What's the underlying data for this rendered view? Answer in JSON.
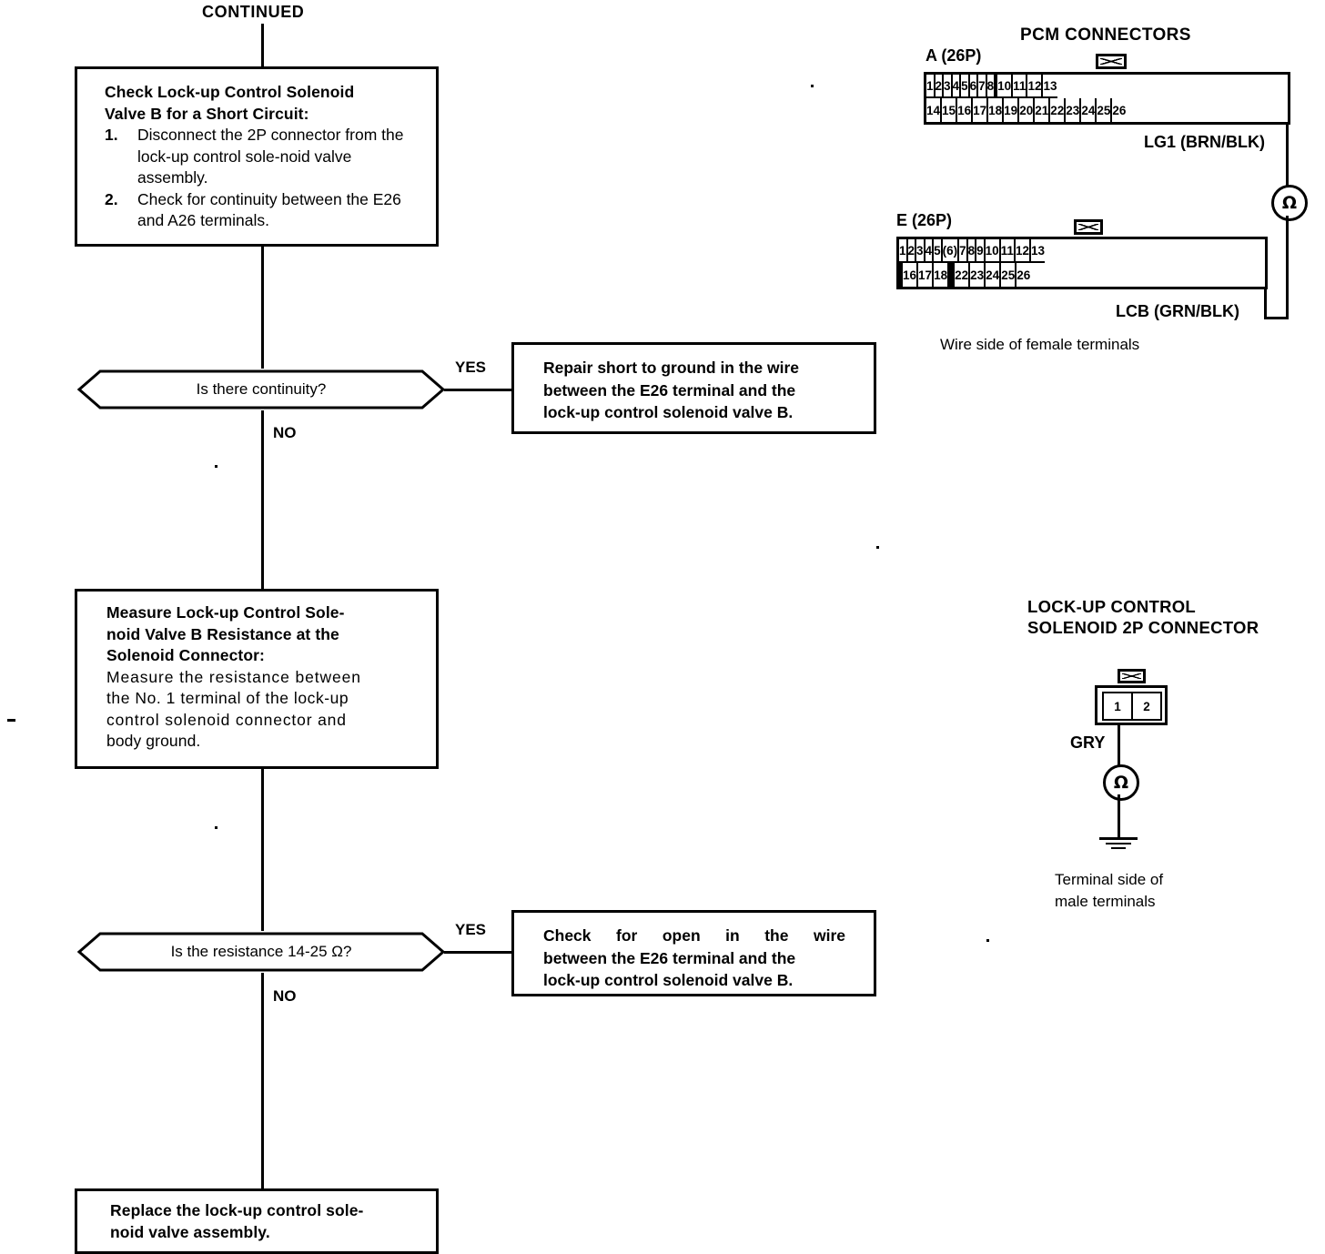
{
  "page": {
    "top_label": "CONTINUED"
  },
  "flow": {
    "step1": {
      "heading_line1": "Check Lock-up Control Solenoid",
      "heading_line2": "Valve B for a Short Circuit:",
      "items": [
        {
          "num": "1.",
          "text": "Disconnect the 2P connector from the lock-up control sole-noid valve assembly."
        },
        {
          "num": "2.",
          "text": "Check for continuity between the E26 and A26 terminals."
        }
      ]
    },
    "decision1": {
      "question": "Is there continuity?",
      "yes_label": "YES",
      "no_label": "NO"
    },
    "result1": {
      "line1": "Repair short to ground in the wire",
      "line2": "between the E26 terminal and the",
      "line3": "lock-up control solenoid valve B."
    },
    "step2": {
      "heading_line1": "Measure Lock-up Control Sole-",
      "heading_line2": "noid Valve B Resistance at the",
      "heading_line3": "Solenoid Connector:",
      "body_line1": "Measure the resistance between",
      "body_line2": "the No. 1 terminal of the lock-up",
      "body_line3": "control solenoid connector and",
      "body_line4": "body ground."
    },
    "decision2": {
      "question": "Is the resistance 14-25 Ω?",
      "yes_label": "YES",
      "no_label": "NO"
    },
    "result2": {
      "line1": "Check for open in the wire",
      "line2": "between the E26 terminal and the",
      "line3": "lock-up control solenoid valve B."
    },
    "final": {
      "line1": "Replace the lock-up control sole-",
      "line2": "noid valve assembly."
    }
  },
  "pcm": {
    "title": "PCM CONNECTORS",
    "connector_a": {
      "label": "A (26P)",
      "top_row": [
        "1",
        "2",
        "3",
        "4",
        "5",
        "6",
        "7",
        "8",
        "",
        "10",
        "11",
        "12",
        "13"
      ],
      "top_slash": [
        false,
        false,
        false,
        false,
        false,
        false,
        false,
        false,
        true,
        false,
        false,
        false,
        false
      ],
      "bottom_row": [
        "14",
        "15",
        "16",
        "17",
        "18",
        "19",
        "20",
        "21",
        "22",
        "23",
        "24",
        "25",
        "26"
      ],
      "bottom_slash": [
        false,
        false,
        false,
        false,
        false,
        false,
        false,
        false,
        false,
        false,
        false,
        false,
        false
      ],
      "wire_label": "LG1 (BRN/BLK)"
    },
    "connector_e": {
      "label": "E (26P)",
      "top_row": [
        "1",
        "2",
        "3",
        "4",
        "5",
        "(6)",
        "7",
        "8",
        "9",
        "10",
        "11",
        "12",
        "13"
      ],
      "top_slash": [
        false,
        false,
        false,
        false,
        false,
        false,
        false,
        false,
        false,
        false,
        false,
        false,
        false
      ],
      "bottom_row": [
        "",
        "",
        "16",
        "17",
        "18",
        "",
        "",
        "",
        "22",
        "23",
        "24",
        "25",
        "26"
      ],
      "bottom_slash": [
        true,
        true,
        false,
        false,
        false,
        true,
        true,
        true,
        false,
        false,
        false,
        false,
        false
      ],
      "wire_label": "LCB (GRN/BLK)"
    },
    "meter_symbol": "Ω",
    "caption": "Wire side of female terminals"
  },
  "solenoid": {
    "title_line1": "LOCK-UP CONTROL",
    "title_line2": "SOLENOID 2P CONNECTOR",
    "terminals": [
      "1",
      "2"
    ],
    "wire_label": "GRY",
    "meter_symbol": "Ω",
    "caption_line1": "Terminal side of",
    "caption_line2": "male terminals"
  },
  "colors": {
    "ink": "#000000",
    "paper": "#ffffff"
  }
}
